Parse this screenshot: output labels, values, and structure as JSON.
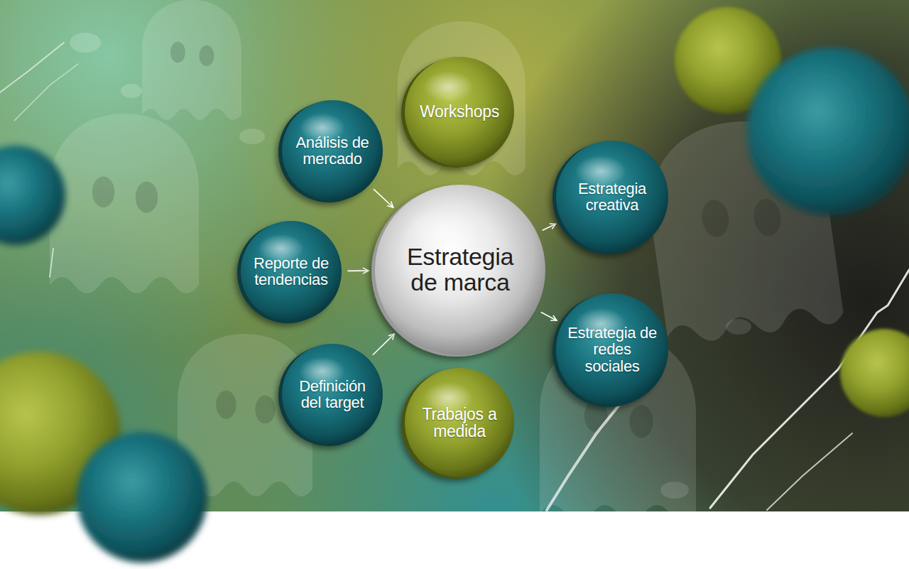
{
  "diagram": {
    "nodes": [
      {
        "text": [
          "Workshops"
        ]
      },
      {
        "text": [
          "Análisis de mercado"
        ]
      },
      {
        "text": [
          "Estrategia creativa"
        ]
      },
      {
        "text": [
          "Reporte de tendencias"
        ]
      },
      {
        "text": [
          "Estrategia de marca"
        ]
      },
      {
        "text": [
          "Estrategia de redes sociales"
        ]
      },
      {
        "text": [
          "Definición del target"
        ]
      },
      {
        "text": [
          "Trabajos a medida"
        ]
      }
    ],
    "edges": [
      {
        "from": 1,
        "to": 4,
        "arrow": "to"
      },
      {
        "from": 3,
        "to": 4,
        "arrow": "to"
      },
      {
        "from": 6,
        "to": 4,
        "arrow": "to"
      },
      {
        "from": 4,
        "to": 2,
        "arrow": "to"
      },
      {
        "from": 4,
        "to": 5,
        "arrow": "to"
      }
    ]
  }
}
